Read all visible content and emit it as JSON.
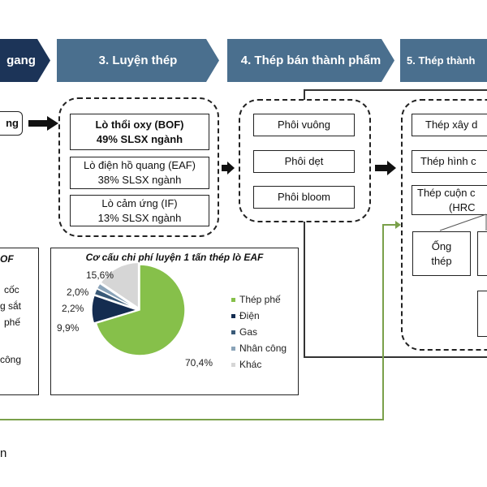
{
  "header": {
    "steps": [
      {
        "label": "gang",
        "color": "#1c3458"
      },
      {
        "label": "3. Luyện thép",
        "color": "#4a6f8e"
      },
      {
        "label": "4. Thép bán thành phẩm",
        "color": "#4a6f8e"
      },
      {
        "label": "5. Thép thành",
        "color": "#4a6f8e"
      }
    ]
  },
  "step2": {
    "partial_box": "ng"
  },
  "step3": {
    "furnaces": [
      {
        "name": "Lò thổi oxy (BOF)",
        "share": "49% SLSX ngành"
      },
      {
        "name": "Lò điện hồ quang (EAF)",
        "share": "38% SLSX ngành"
      },
      {
        "name": "Lò cảm ứng (IF)",
        "share": "13% SLSX ngành"
      }
    ]
  },
  "step4": {
    "items": [
      "Phôi vuông",
      "Phôi dẹt",
      "Phôi bloom"
    ]
  },
  "step5": {
    "items": [
      "Thép xây d",
      "Thép hình c",
      "Thép cuộn c\n(HRC"
    ],
    "sub_items": [
      "Ống\nthép"
    ]
  },
  "bof_panel": {
    "title": "OF",
    "lines": [
      "cốc",
      "g sắt",
      "phế",
      "công"
    ]
  },
  "footer_fragment": "n",
  "chart_data": {
    "type": "pie",
    "title": "Cơ cấu chi phí luyện 1 tấn thép lò EAF",
    "categories": [
      "Thép phế",
      "Điện",
      "Gas",
      "Nhân công",
      "Khác"
    ],
    "values": [
      70.4,
      9.9,
      2.2,
      2.0,
      15.6
    ],
    "labels": [
      "70,4%",
      "9,9%",
      "2,2%",
      "2,0%",
      "15,6%"
    ],
    "colors": [
      "#86c04a",
      "#142c50",
      "#3a5a78",
      "#8aa3b8",
      "#d6d6d6"
    ],
    "legend": "right"
  }
}
